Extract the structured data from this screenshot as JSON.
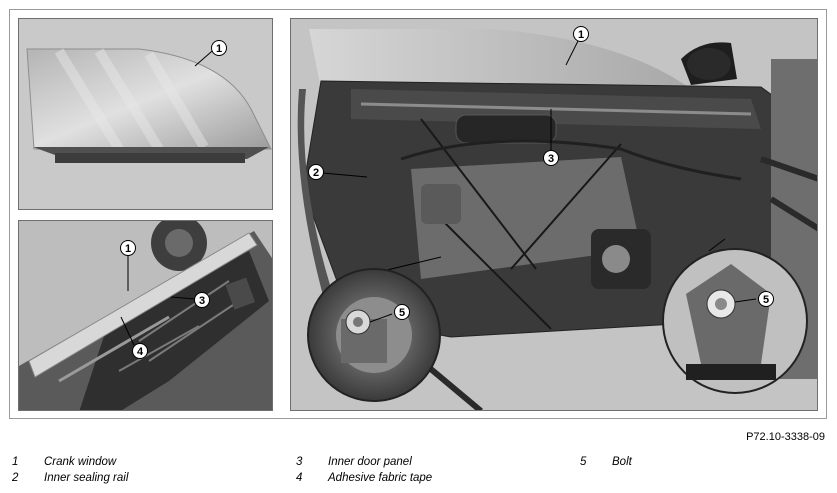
{
  "figure_code": "P72.10-3338-09",
  "callouts": {
    "top_left": [
      "1"
    ],
    "bottom_left": [
      "1",
      "3",
      "4"
    ],
    "right": [
      "1",
      "2",
      "3",
      "5",
      "5"
    ]
  },
  "legend": [
    {
      "num": "1",
      "text": "Crank window"
    },
    {
      "num": "2",
      "text": "Inner sealing rail"
    },
    {
      "num": "3",
      "text": "Inner door panel"
    },
    {
      "num": "4",
      "text": "Adhesive fabric tape"
    },
    {
      "num": "5",
      "text": "Bolt"
    }
  ]
}
